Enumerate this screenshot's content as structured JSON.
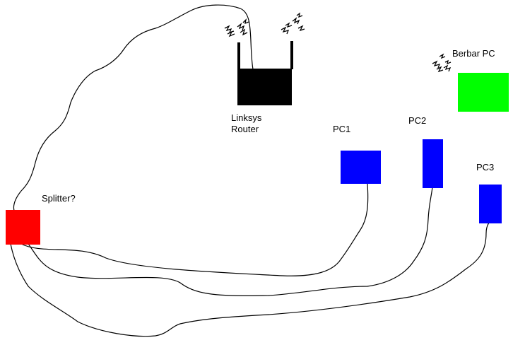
{
  "labels": {
    "router_line1": "Linksys",
    "router_line2": "Router",
    "splitter": "Splitter?",
    "pc1": "PC1",
    "pc2": "PC2",
    "pc3": "PC3",
    "berbar": "Berbar PC"
  },
  "colors": {
    "router": "#000000",
    "splitter": "#ff0000",
    "pc": "#0000ff",
    "berbar": "#00ff00",
    "wire": "#000000",
    "background": "#ffffff"
  },
  "icons": {
    "wifi_signal": "wireless-signal-squiggle"
  }
}
